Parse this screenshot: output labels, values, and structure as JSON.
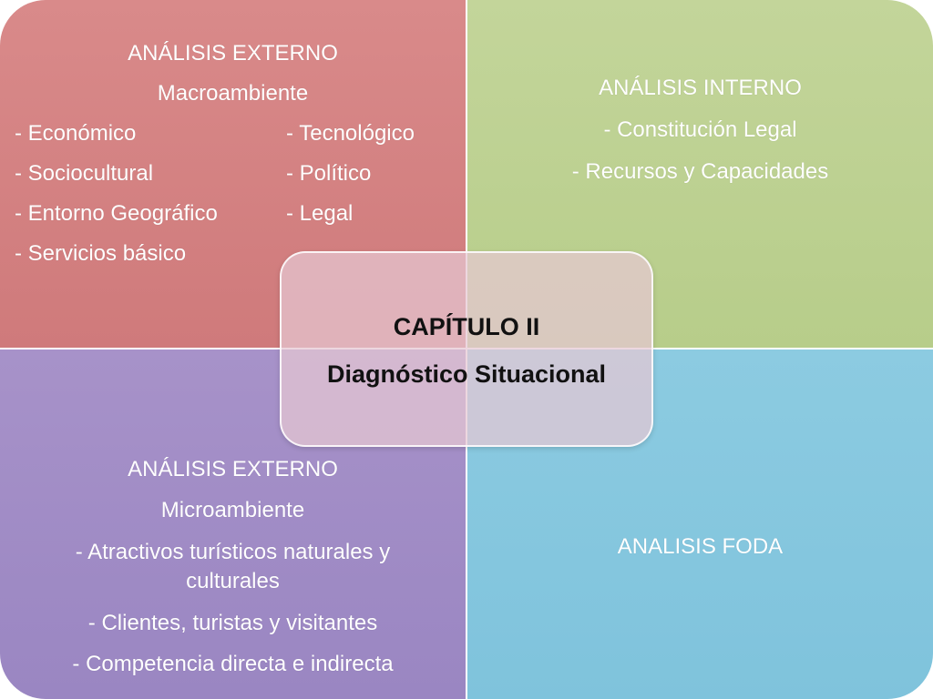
{
  "colors": {
    "top_left": "#d3807f",
    "top_right": "#bcd191",
    "bottom_left": "#a08cc6",
    "bottom_right": "#85c6de",
    "center": "#e3c7d1"
  },
  "top_left": {
    "title": "ANÁLISIS EXTERNO",
    "subtitle": "Macroambiente",
    "items_left": [
      "- Económico",
      "- Sociocultural",
      "- Entorno Geográfico",
      "- Servicios básico"
    ],
    "items_right": [
      "- Tecnológico",
      "- Político",
      "- Legal"
    ]
  },
  "top_right": {
    "title": "ANÁLISIS INTERNO",
    "items": [
      "- Constitución Legal",
      "- Recursos y Capacidades"
    ]
  },
  "bottom_left": {
    "title": "ANÁLISIS EXTERNO",
    "subtitle": "Microambiente",
    "items": [
      "- Atractivos turísticos naturales y culturales",
      "- Clientes, turistas y visitantes",
      "- Competencia directa e indirecta"
    ]
  },
  "bottom_right": {
    "title": "ANALISIS FODA"
  },
  "center": {
    "line1": "CAPÍTULO II",
    "line2": "Diagnóstico Situacional"
  }
}
